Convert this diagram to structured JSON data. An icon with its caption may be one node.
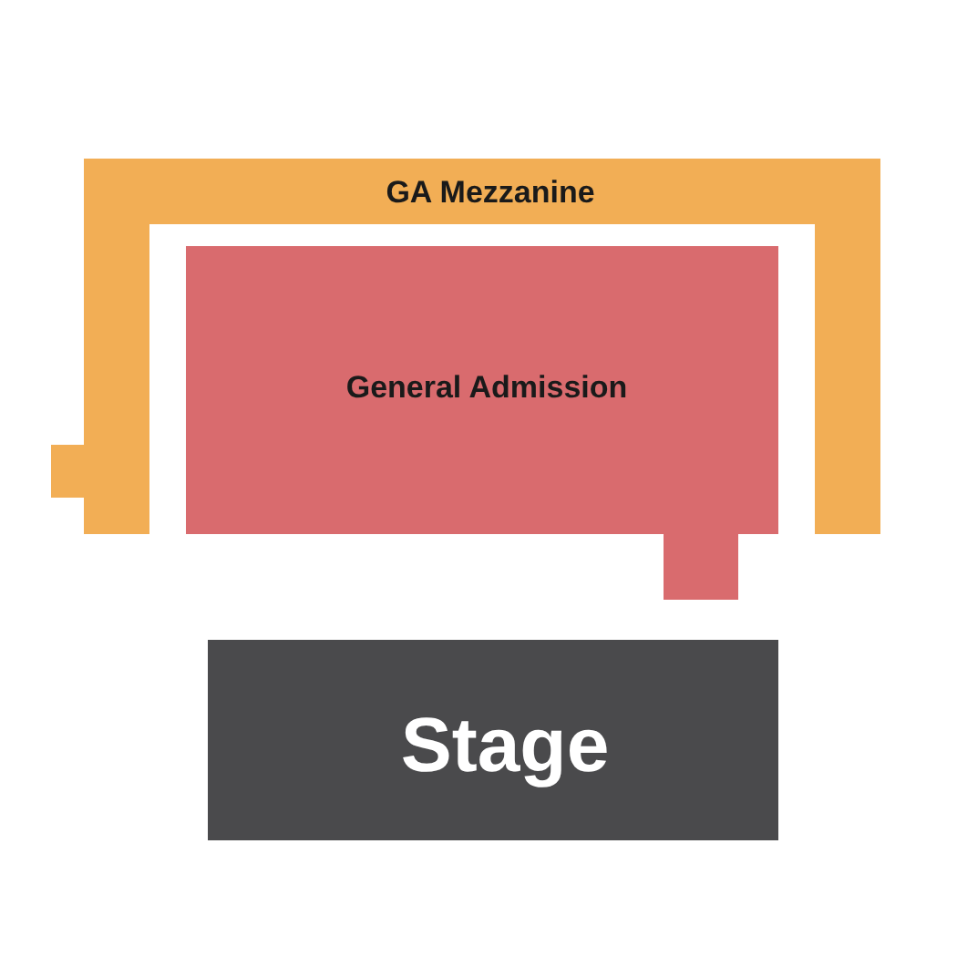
{
  "diagram": {
    "nodes": [
      {
        "text": [
          "GA Mezzanine"
        ]
      },
      {
        "text": [
          "General Admission"
        ]
      },
      {
        "text": [
          "Stage"
        ]
      }
    ]
  }
}
